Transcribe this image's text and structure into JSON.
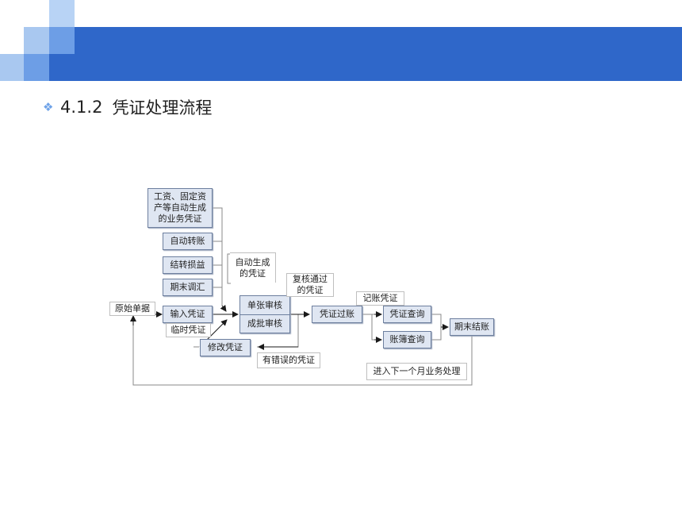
{
  "slide": {
    "section_number": "4.1.2",
    "section_title": "凭证处理流程",
    "accent_color": "#2f67c9"
  },
  "diagram": {
    "nodes": {
      "auto_generated": "工资、固定资\n产等自动生成\n的业务凭证",
      "auto_transfer": "自动转账",
      "carry_profit_loss": "结转损益",
      "period_end_fx": "期末调汇",
      "input_voucher": "输入凭证",
      "modify_voucher": "修改凭证",
      "single_review": "单张审核",
      "batch_review": "成批审核",
      "voucher_posting": "凭证过账",
      "voucher_query": "凭证查询",
      "ledger_query": "账簿查询",
      "period_close": "期末结账"
    },
    "labels": {
      "original_document": "原始单据",
      "temporary_voucher": "临时凭证",
      "auto_generate": "自动生成\n的凭证",
      "review_passed": "复核通过\n的凭证",
      "posted_voucher": "记账凭证",
      "error_voucher": "有错误的凭证",
      "next_month": "进入下一个月业务处理"
    }
  }
}
